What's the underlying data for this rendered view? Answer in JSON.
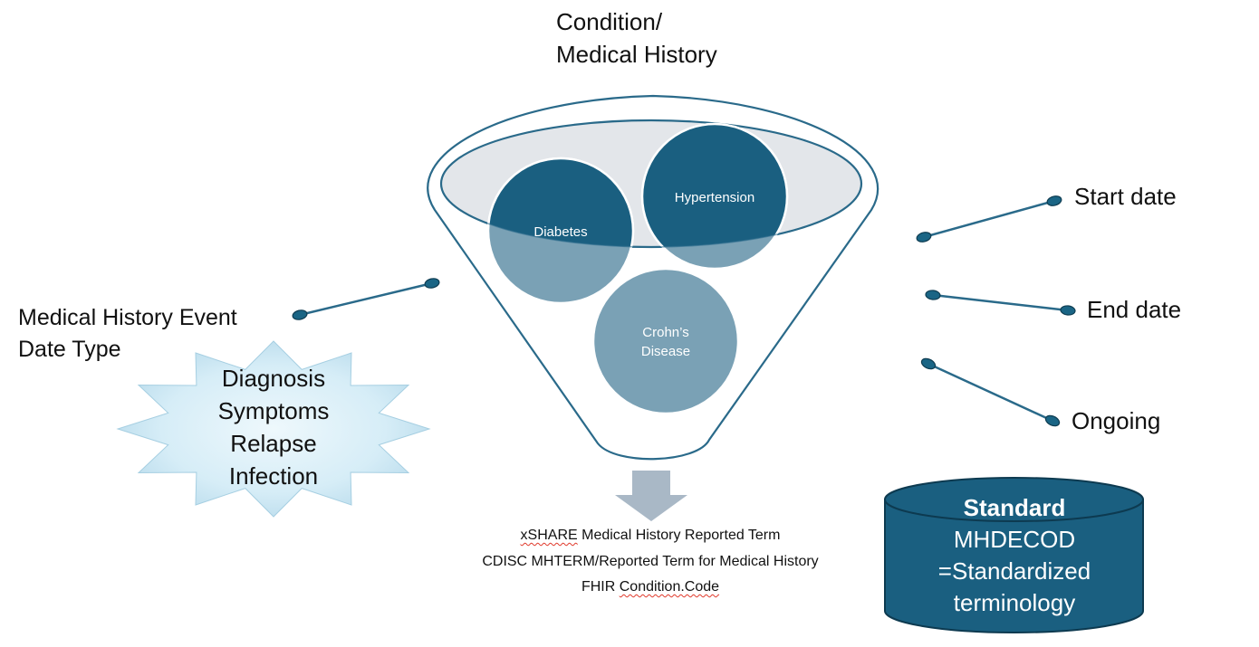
{
  "title": {
    "line1": "Condition/",
    "line2": "Medical History"
  },
  "funnel": {
    "conditions": [
      {
        "label": "Diabetes"
      },
      {
        "label": "Hypertension"
      },
      {
        "label": "Crohn’s",
        "label2": "Disease"
      }
    ]
  },
  "event_date_type": {
    "label_line1": "Medical History Event",
    "label_line2": "Date Type",
    "types": [
      "Diagnosis",
      "Symptoms",
      "Relapse",
      "Infection"
    ]
  },
  "date_attributes": [
    "Start date",
    "End date",
    "Ongoing"
  ],
  "output_terms": {
    "line1_prefix": "xSHARE",
    "line1_rest": " Medical History Reported Term",
    "line2": "CDISC MHTERM/Reported Term for Medical History",
    "line3_prefix": "FHIR ",
    "line3_code": "Condition.Code"
  },
  "standard": {
    "heading": "Standard",
    "line1": "MHDECOD",
    "line2": "=Standardized",
    "line3": "terminology"
  },
  "colors": {
    "dark_teal": "#1a5f80",
    "light_teal": "#7aa1b5",
    "outline": "#2a6a8a",
    "ellipse_fill": "#e3e6ea",
    "arrow": "#a9b8c6",
    "starburst_light": "#eaf6fb",
    "starburst_dark": "#b9dcec"
  }
}
